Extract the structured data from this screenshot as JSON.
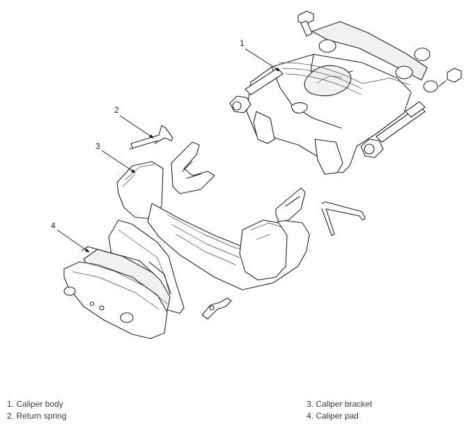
{
  "callouts": [
    "1",
    "2",
    "3",
    "4"
  ],
  "legend": {
    "left": [
      "1. Caliper body",
      "2. Return spring"
    ],
    "right": [
      "3. Caliper bracket",
      "4. Caliper pad"
    ]
  }
}
